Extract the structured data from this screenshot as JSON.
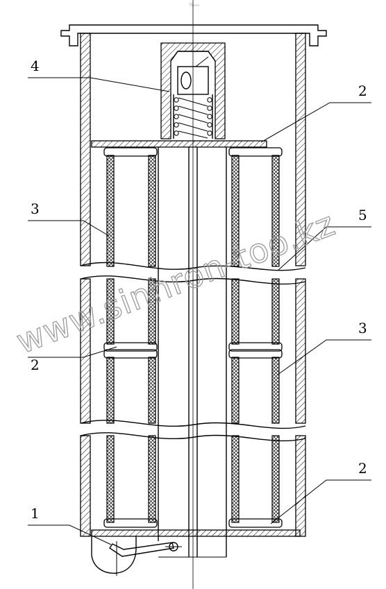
{
  "header_mark": "½ₘₘ",
  "callouts": [
    {
      "id": "c4",
      "label": "4"
    },
    {
      "id": "c2a",
      "label": "2"
    },
    {
      "id": "c3a",
      "label": "3"
    },
    {
      "id": "c5",
      "label": "5"
    },
    {
      "id": "c2b",
      "label": "2"
    },
    {
      "id": "c3b",
      "label": "3"
    },
    {
      "id": "c2c",
      "label": "2"
    },
    {
      "id": "c1",
      "label": "1"
    }
  ],
  "watermark": "www.sinhron-too.kz"
}
